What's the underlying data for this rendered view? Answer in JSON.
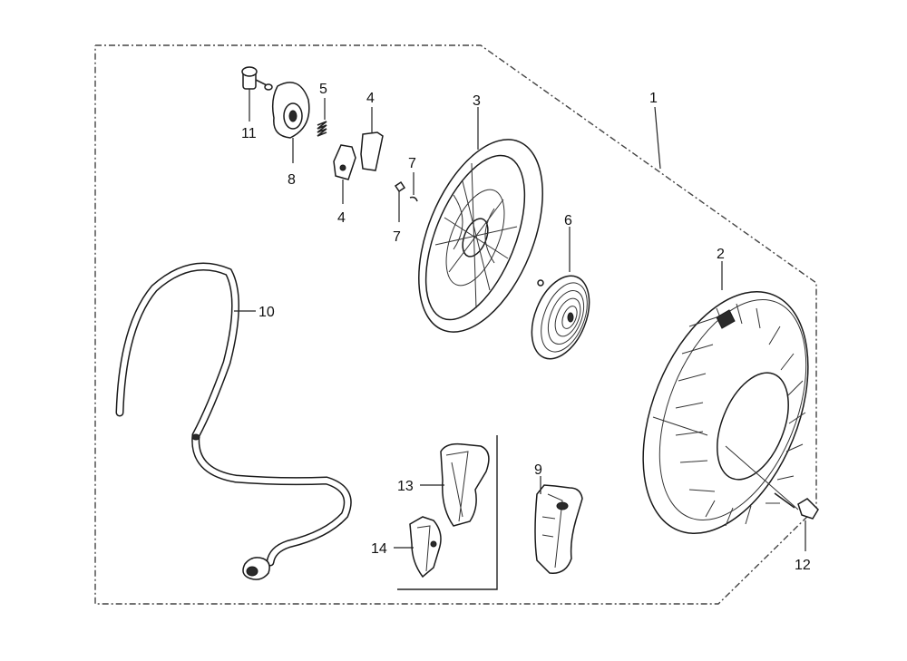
{
  "diagram": {
    "callouts": {
      "c1": "1",
      "c2": "2",
      "c3": "3",
      "c4a": "4",
      "c4b": "4",
      "c5": "5",
      "c6": "6",
      "c7a": "7",
      "c7b": "7",
      "c8": "8",
      "c9": "9",
      "c10": "10",
      "c11": "11",
      "c12": "12",
      "c13": "13",
      "c14": "14"
    }
  }
}
